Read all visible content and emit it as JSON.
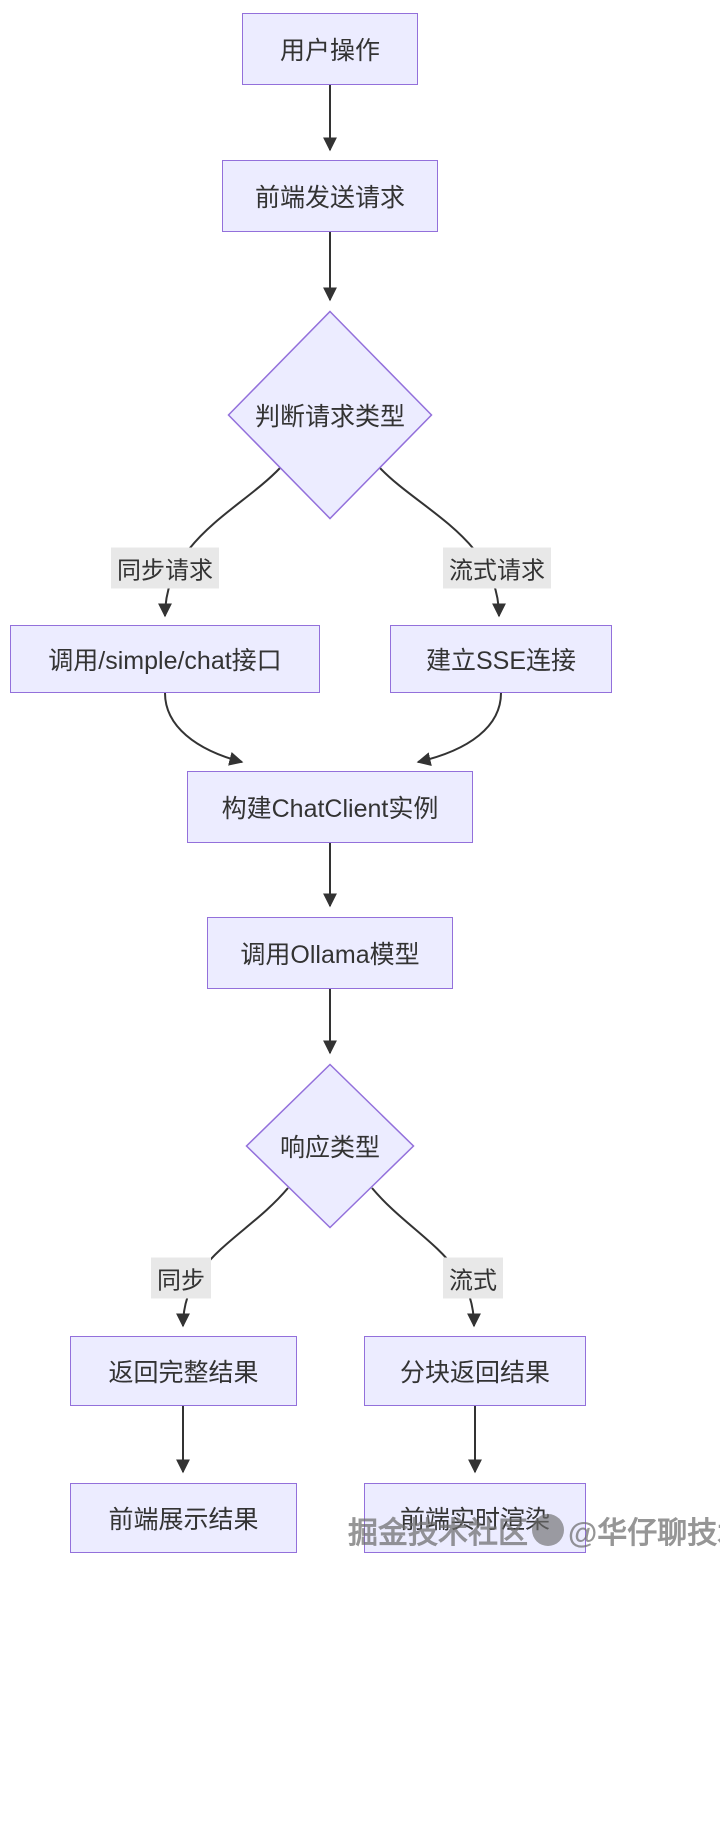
{
  "diagram": {
    "type": "flowchart",
    "direction": "top-down",
    "nodes": {
      "user_action": {
        "label": "用户操作",
        "shape": "rect"
      },
      "frontend_send_request": {
        "label": "前端发送请求",
        "shape": "rect"
      },
      "judge_request_type": {
        "label": "判断请求类型",
        "shape": "diamond"
      },
      "call_simple_chat_api": {
        "label": "调用/simple/chat接口",
        "shape": "rect"
      },
      "establish_sse": {
        "label": "建立SSE连接",
        "shape": "rect"
      },
      "build_chat_client": {
        "label": "构建ChatClient实例",
        "shape": "rect"
      },
      "call_ollama_model": {
        "label": "调用Ollama模型",
        "shape": "rect"
      },
      "response_type": {
        "label": "响应类型",
        "shape": "diamond"
      },
      "return_full_result": {
        "label": "返回完整结果",
        "shape": "rect"
      },
      "return_chunked_result": {
        "label": "分块返回结果",
        "shape": "rect"
      },
      "frontend_show_result": {
        "label": "前端展示结果",
        "shape": "rect"
      },
      "frontend_realtime_render": {
        "label": "前端实时渲染",
        "shape": "rect"
      }
    },
    "edge_labels": {
      "sync_request": "同步请求",
      "stream_request": "流式请求",
      "sync": "同步",
      "stream": "流式"
    },
    "watermark": {
      "prefix": "掘金技术社区",
      "suffix": "@华仔聊技术"
    },
    "colors": {
      "node_fill": "#ECECFF",
      "node_border": "#9370DB",
      "edge_stroke": "#333333",
      "edge_label_bg": "#e8e8e8",
      "text": "#333333",
      "background": "#ffffff",
      "watermark_text": "#6e6e6e"
    }
  }
}
